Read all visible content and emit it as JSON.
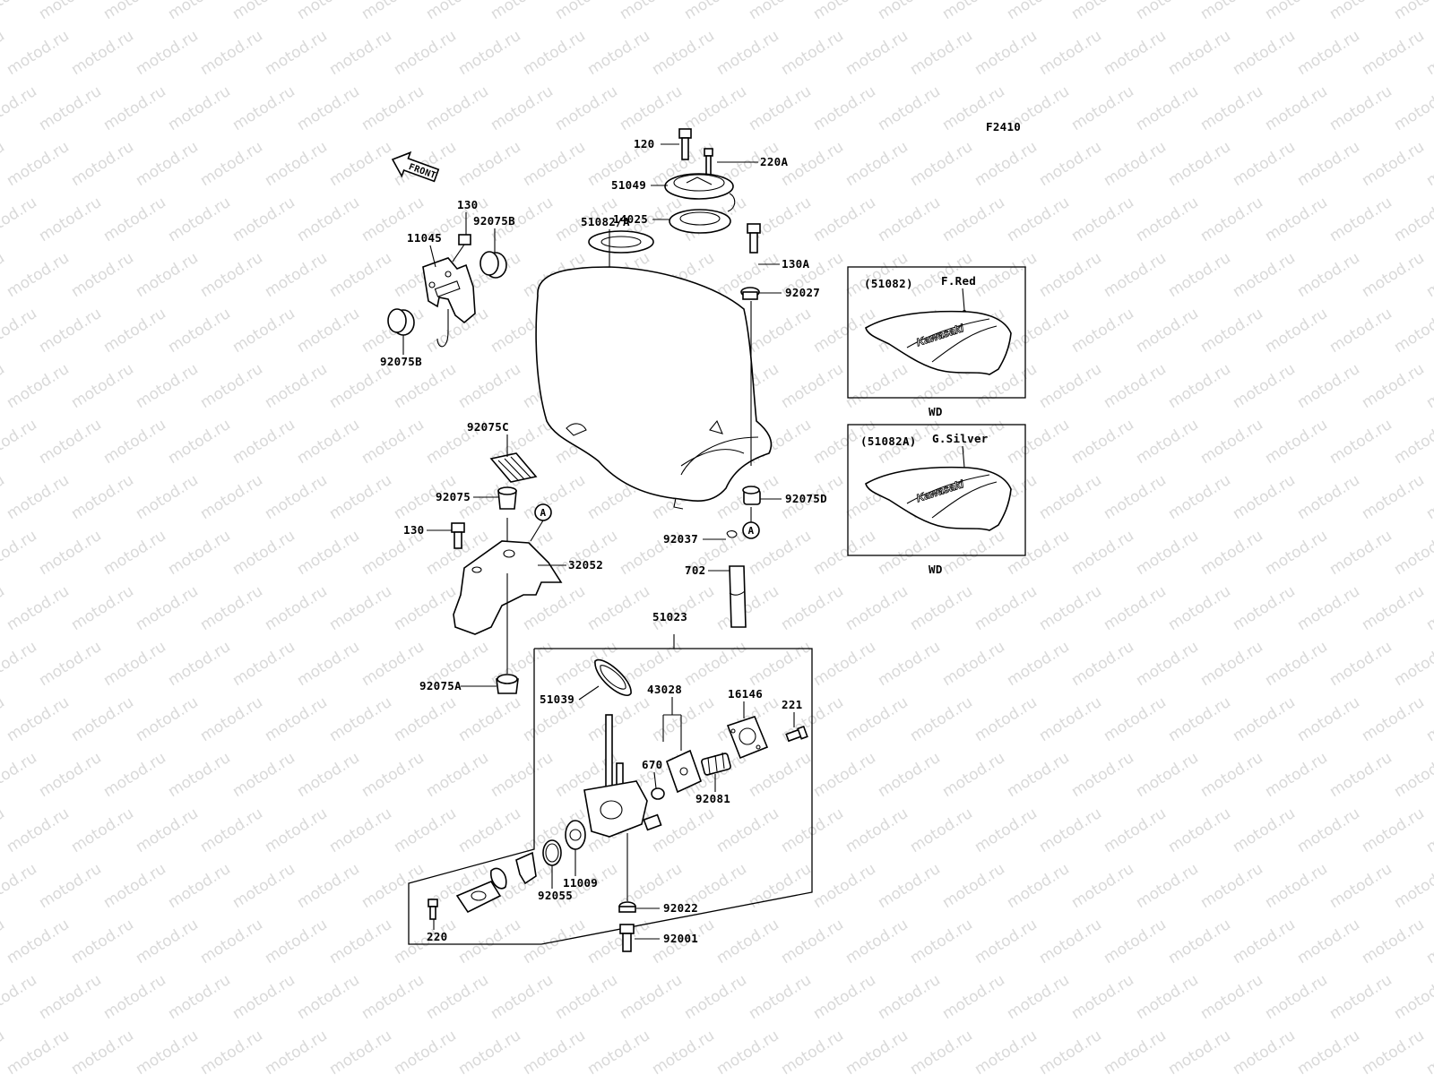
{
  "watermark": {
    "text": "motod.ru",
    "color": "#d9d9d9"
  },
  "diagram_code": "F2410",
  "front_arrow": {
    "label": "FRONT"
  },
  "ref_marker": "A",
  "part_labels": {
    "p120": "120",
    "p220A": "220A",
    "p51049": "51049",
    "p14025": "14025",
    "p130_top": "130",
    "p11045": "11045",
    "p92075B_top": "92075B",
    "p92075B_bot": "92075B",
    "p51082A": "51082/A",
    "p130A": "130A",
    "p92027": "92027",
    "p92075C": "92075C",
    "p92075": "92075",
    "p130_mid": "130",
    "p32052": "32052",
    "p92075D": "92075D",
    "p92037": "92037",
    "p702": "702",
    "p51023": "51023",
    "p92075A": "92075A",
    "p51039": "51039",
    "p43028": "43028",
    "p16146": "16146",
    "p221": "221",
    "p670": "670",
    "p92081": "92081",
    "p92055": "92055",
    "p11009": "11009",
    "p92022": "92022",
    "p92001": "92001",
    "p220": "220"
  },
  "color_variants": [
    {
      "code": "(51082)",
      "color_name": "F.Red",
      "brand": "Kawasaki",
      "note": "WD"
    },
    {
      "code": "(51082A)",
      "color_name": "G.Silver",
      "brand": "Kawasaki",
      "note": "WD"
    }
  ]
}
